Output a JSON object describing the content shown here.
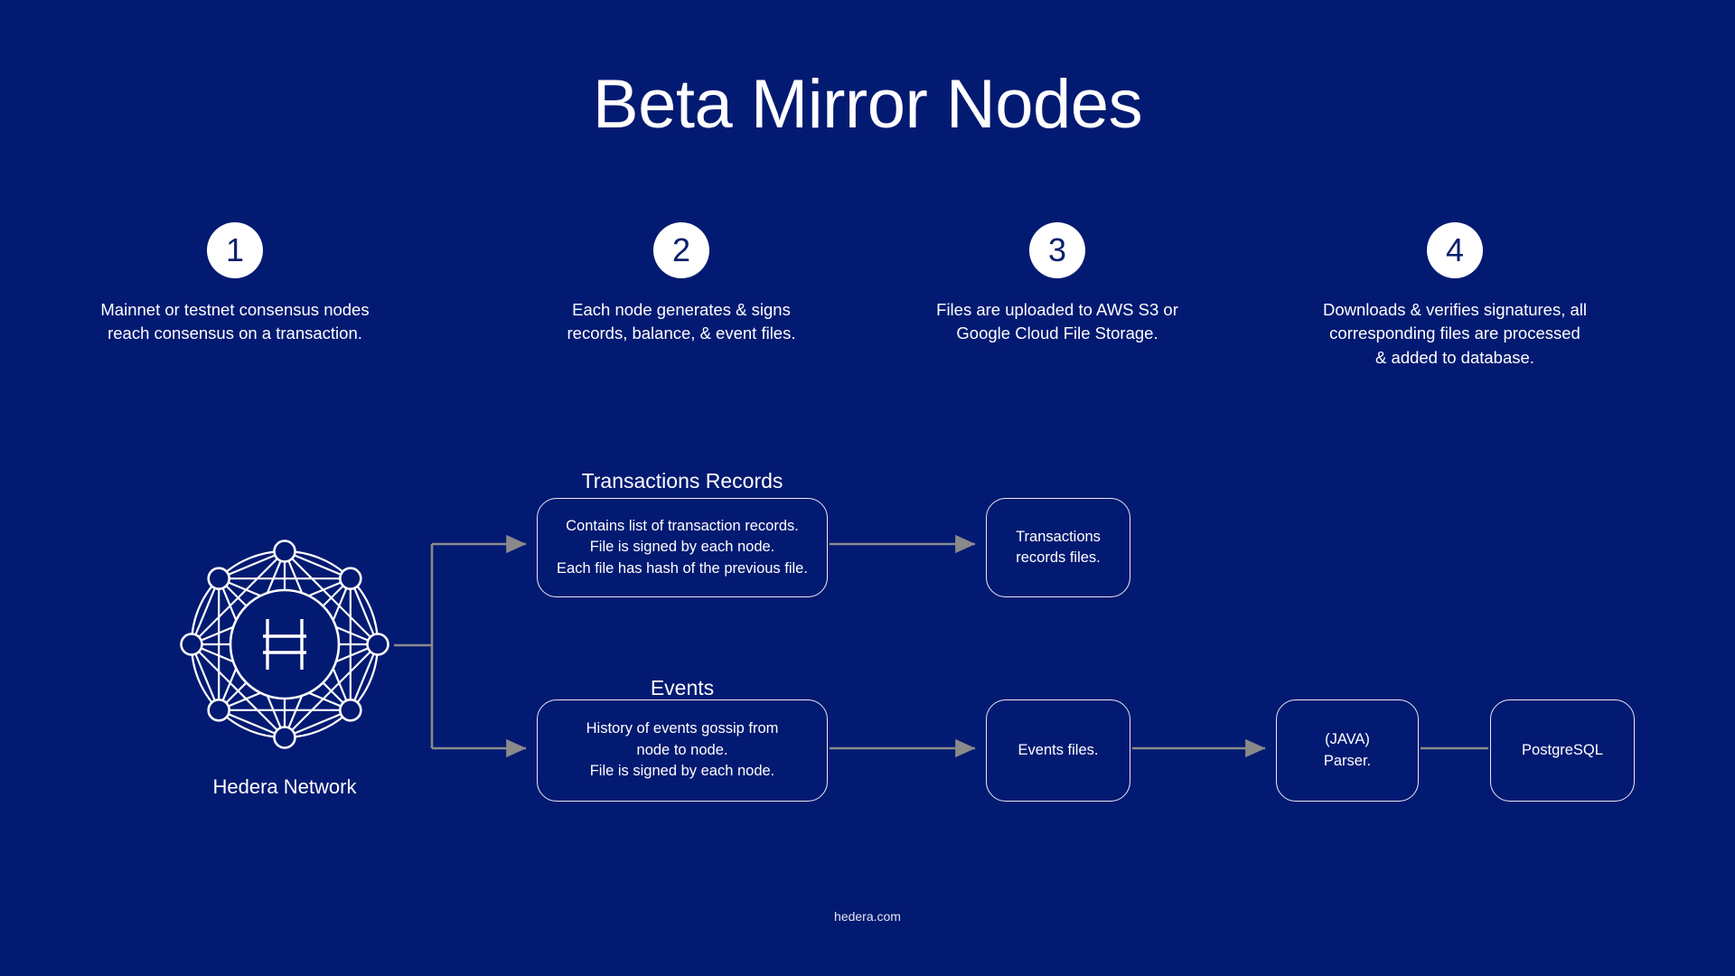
{
  "page": {
    "title": "Beta Mirror Nodes",
    "background_color": "#031a72",
    "text_color": "#ffffff",
    "connector_color": "#8a8a8a",
    "footer": "hedera.com"
  },
  "steps": [
    {
      "number": "1",
      "text": "Mainnet or testnet consensus nodes\nreach consensus on a transaction."
    },
    {
      "number": "2",
      "text": "Each node generates & signs\nrecords, balance, & event files."
    },
    {
      "number": "3",
      "text": "Files are uploaded to AWS S3 or\nGoogle Cloud File Storage."
    },
    {
      "number": "4",
      "text": "Downloads & verifies signatures, all\ncorresponding files are processed\n& added to database."
    }
  ],
  "network": {
    "label": "Hedera Network",
    "icon": "hedera-hashgraph-logo",
    "node_count": 8,
    "center_glyph": "hbar-h-symbol"
  },
  "flow": {
    "captions": {
      "transactions_records": "Transactions Records",
      "events": "Events"
    },
    "boxes": {
      "transactions_detail": "Contains list of transaction records.\nFile is signed by each node.\nEach file has hash of the previous file.",
      "events_detail": "History of events gossip from\nnode to node.\nFile is signed by each node.",
      "transactions_files": "Transactions\nrecords files.",
      "events_files": "Events files.",
      "parser": "(JAVA)\nParser.",
      "database": "PostgreSQL"
    }
  }
}
